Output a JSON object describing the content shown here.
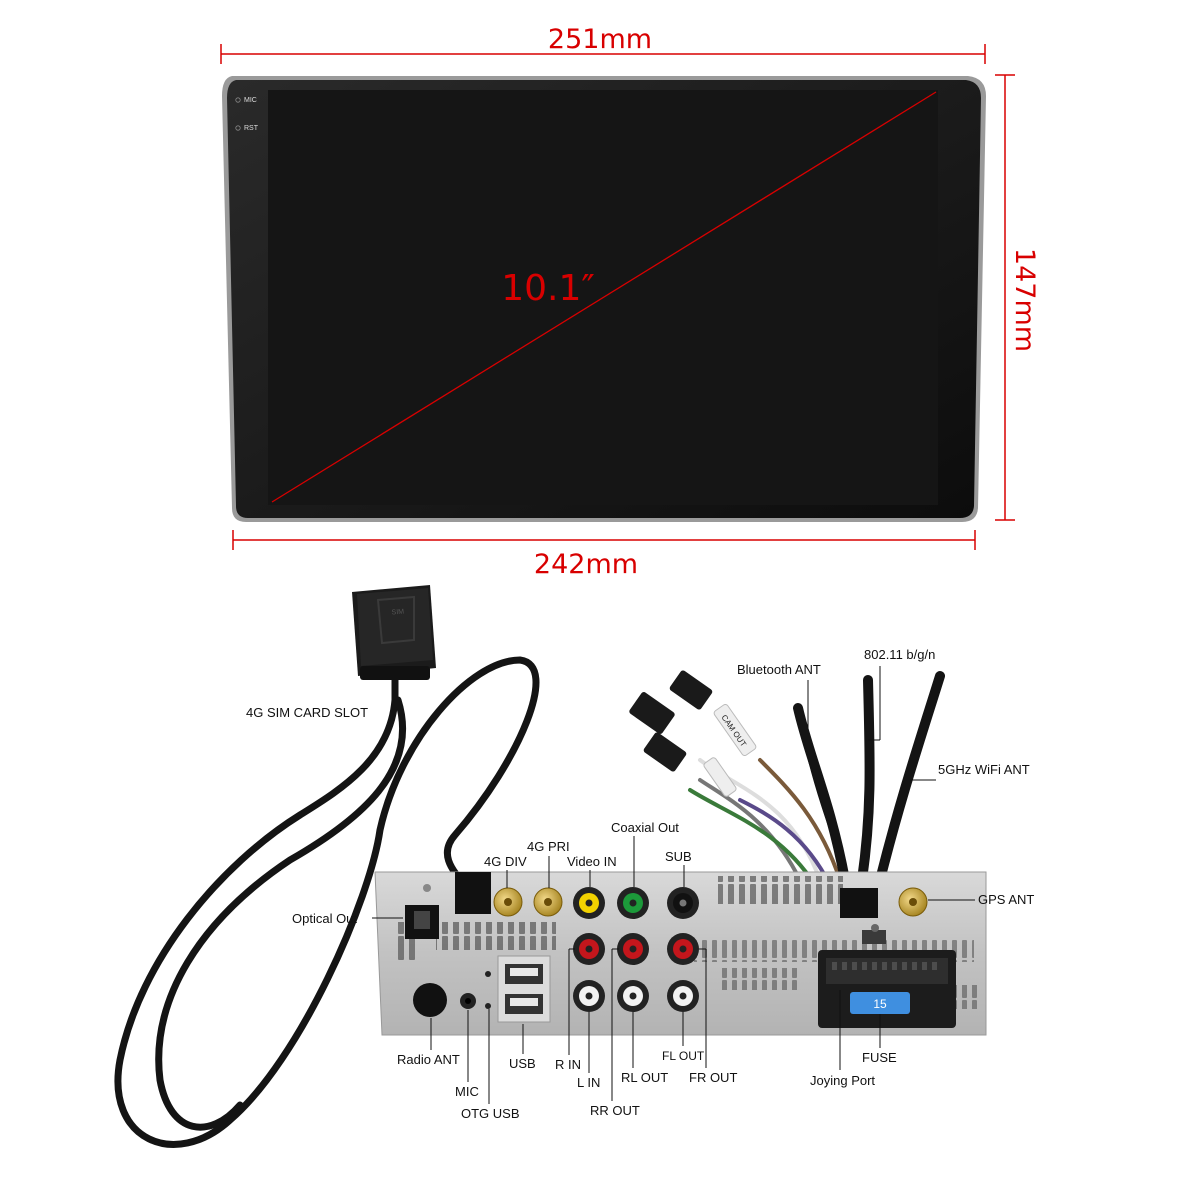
{
  "screen": {
    "width_label": "251mm",
    "height_label": "147mm",
    "bottom_width_label": "242mm",
    "diagonal_label": "10.1″",
    "mic_label": "MIC",
    "rst_label": "RST"
  },
  "unit": {
    "sim_tag_text": "SIM",
    "cam_tag_text": "CAM OUT",
    "fuse_value": "15"
  },
  "labels": {
    "sim": "4G SIM CARD SLOT",
    "bluetooth": "Bluetooth ANT",
    "wifi": "802.11 b/g/n",
    "wifi5": "5GHz WiFi ANT",
    "coaxial": "Coaxial Out",
    "pri": "4G PRI",
    "div": "4G DIV",
    "video_in": "Video IN",
    "sub": "SUB",
    "gps": "GPS ANT",
    "optical": "Optical Out",
    "radio": "Radio ANT",
    "mic": "MIC",
    "otg": "OTG USB",
    "usb": "USB",
    "r_in": "R IN",
    "l_in": "L IN",
    "rl_out": "RL OUT",
    "rr_out": "RR OUT",
    "fl_out": "FL OUT",
    "fr_out": "FR OUT",
    "fuse": "FUSE",
    "joying": "Joying Port"
  },
  "colors": {
    "dimension_red": "#d80000",
    "rca_red": "#c4161c",
    "rca_white": "#f2f2f2",
    "rca_yellow": "#f2d200",
    "rca_green": "#1c9a3a",
    "gold": "#c9a227",
    "fuse_blue": "#3f8fe0"
  }
}
